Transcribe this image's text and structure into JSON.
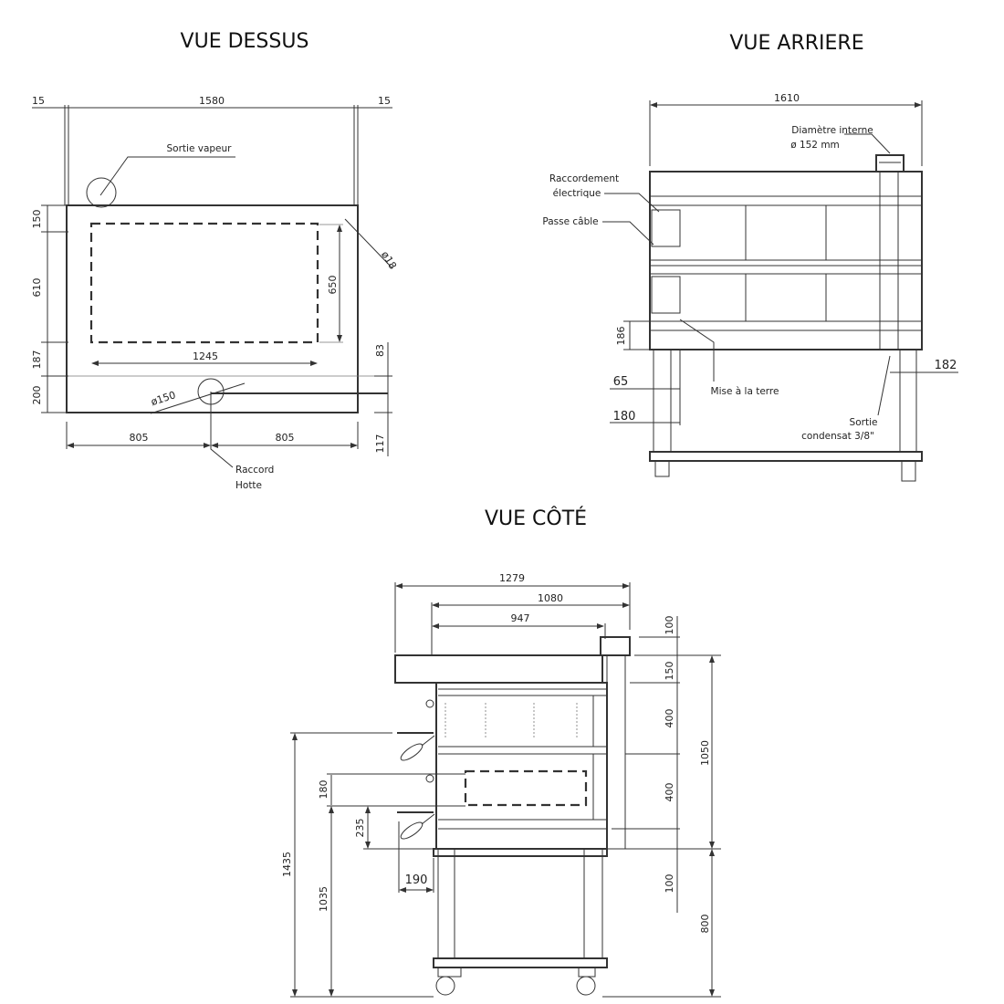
{
  "views": {
    "top": {
      "title": "VUE DESSUS",
      "dims": {
        "left_margin": "15",
        "width": "1580",
        "right_margin": "15",
        "d150": "150",
        "d610": "610",
        "d187": "187",
        "d200": "200",
        "d650": "650",
        "d1245": "1245",
        "d83": "83",
        "d117": "117",
        "half_left": "805",
        "half_right": "805",
        "hole": "ø18",
        "hood_diam": "ø150"
      },
      "labels": {
        "steam": "Sortie vapeur",
        "hood_1": "Raccord",
        "hood_2": "Hotte"
      }
    },
    "rear": {
      "title": "VUE ARRIERE",
      "dims": {
        "width": "1610",
        "d186": "186",
        "d65": "65",
        "d180": "180",
        "d182": "182"
      },
      "labels": {
        "diam_1": "Diamètre interne",
        "diam_2": "ø 152 mm",
        "elec_1": "Raccordement",
        "elec_2": "électrique",
        "cable": "Passe câble",
        "ground": "Mise à la terre",
        "cond_1": "Sortie",
        "cond_2": "condensat 3/8\""
      }
    },
    "side": {
      "title": "VUE CÔTÉ",
      "dims": {
        "d1279": "1279",
        "d1080": "1080",
        "d947": "947",
        "d100a": "100",
        "d150": "150",
        "d400a": "400",
        "d400b": "400",
        "d100b": "100",
        "d1050": "1050",
        "d800": "800",
        "d1435": "1435",
        "d1035": "1035",
        "d180": "180",
        "d235": "235",
        "d190": "190"
      }
    }
  }
}
